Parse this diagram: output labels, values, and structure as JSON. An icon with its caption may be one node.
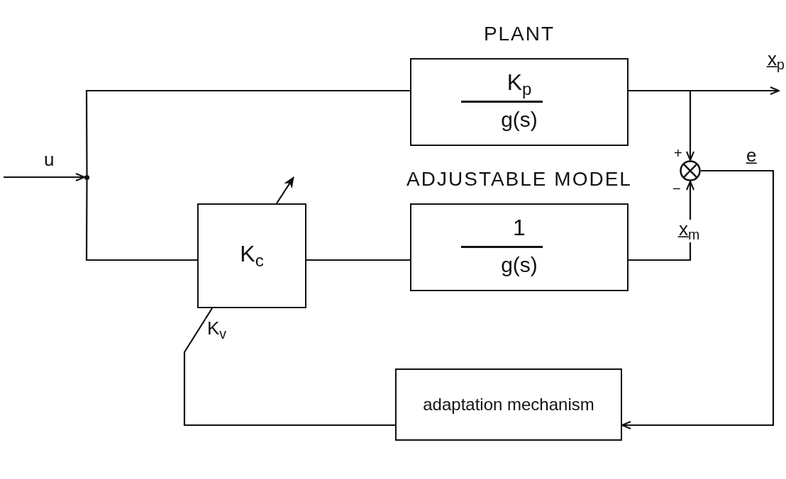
{
  "diagram": {
    "nodes": [
      {
        "text": [
          "PLANT",
          "K$_{p}$",
          "g(s)"
        ]
      },
      {
        "text": [
          "ADJUSTABLE MODEL",
          "1",
          "g(s)"
        ]
      },
      {
        "text": [
          "K$_{c}$"
        ]
      },
      {
        "text": [
          "adaptation mechanism"
        ]
      },
      {
        "text": [],
        "shape": "circle"
      },
      {
        "text": [],
        "shape": "dot"
      }
    ],
    "edges": [
      {
        "from": null,
        "to": 5,
        "arrow": "to"
      },
      {
        "from": 5,
        "to": 0,
        "arrow": "none"
      },
      {
        "from": 5,
        "to": 2,
        "arrow": "none"
      },
      {
        "from": 2,
        "to": 1,
        "arrow": "none"
      },
      {
        "from": 0,
        "to": null,
        "arrow": "to",
        "label": "x̲$_{p}$"
      },
      {
        "from": 0,
        "to": 4,
        "arrow": "to"
      },
      {
        "from": 1,
        "to": 4,
        "arrow": "to",
        "label": "x̲$_{m}$"
      },
      {
        "from": 4,
        "to": 3,
        "arrow": "to",
        "label": "e̲"
      },
      {
        "from": 3,
        "to": 2,
        "arrow": "none",
        "label": "K$_{v}$"
      },
      {
        "from": 2,
        "to": null,
        "arrow": "to"
      }
    ],
    "labels": [
      "u",
      "+",
      "−"
    ]
  }
}
